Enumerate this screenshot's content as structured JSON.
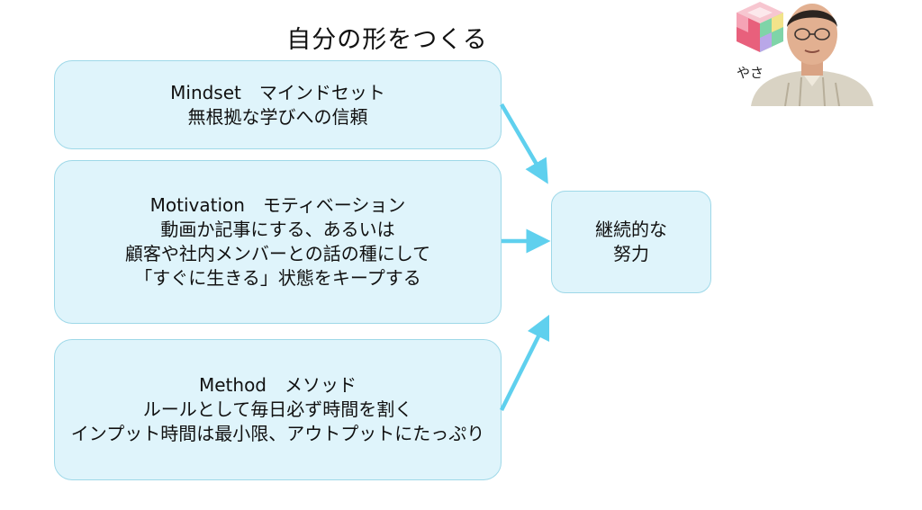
{
  "title": "自分の形をつくる",
  "boxes": {
    "mindset": {
      "lines": [
        "Mindset　マインドセット",
        "無根拠な学びへの信頼"
      ]
    },
    "motivation": {
      "lines": [
        "Motivation　モティベーション",
        "動画か記事にする、あるいは",
        "顧客や社内メンバーとの話の種にして",
        "「すぐに生きる」状態をキープする"
      ]
    },
    "method": {
      "lines": [
        "Method　メソッド",
        "ルールとして毎日必ず時間を割く",
        "インプット時間は最小限、アウトプットにたっぷり"
      ]
    },
    "result": {
      "lines": [
        "継続的な",
        "努力"
      ]
    }
  },
  "colors": {
    "box_fill": "#dff4fb",
    "box_border": "#9ed8e8",
    "arrow": "#5fd0ee"
  },
  "inset": {
    "logo_text": "やさ"
  }
}
